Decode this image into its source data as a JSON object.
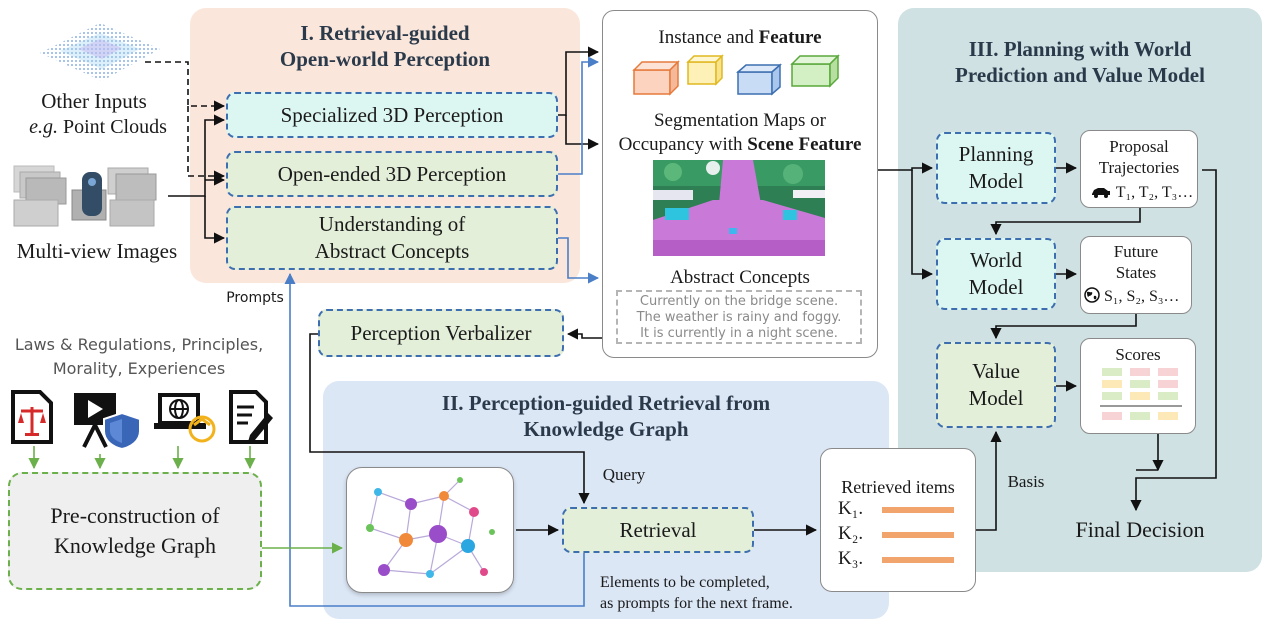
{
  "inputs": {
    "other_inputs": "Other Inputs",
    "eg": "e.g.",
    "point_clouds": "Point Clouds",
    "multi_view": "Multi-view Images",
    "prompts": "Prompts"
  },
  "section1": {
    "title_line1": "I. Retrieval-guided",
    "title_line2": "Open-world Perception",
    "specialized": "Specialized 3D Perception",
    "open_ended": "Open-ended 3D Perception",
    "understanding_line1": "Understanding of",
    "understanding_line2": "Abstract Concepts"
  },
  "perception_outputs": {
    "instance": "Instance and ",
    "feature": "Feature",
    "seg_line1": "Segmentation Maps or",
    "seg_line2": "Occupancy with ",
    "scene_feature": "Scene Feature",
    "abstract_concepts": "Abstract Concepts",
    "concept_lines": [
      "Currently on the bridge scene.",
      "The weather is rainy and foggy.",
      "It is currently in a night scene."
    ]
  },
  "verbalizer": "Perception Verbalizer",
  "knowledge": {
    "sources_line1": "Laws & Regulations, Principles,",
    "sources_line2": "Morality, Experiences",
    "preconstruct_line1": "Pre-construction of",
    "preconstruct_line2": "Knowledge Graph"
  },
  "section2": {
    "title_line1": "II. Perception-guided Retrieval from",
    "title_line2": "Knowledge Graph",
    "query": "Query",
    "retrieval": "Retrieval",
    "elements_line1": "Elements to be completed,",
    "elements_line2": "as prompts for the next frame.",
    "retrieved_items": "Retrieved items",
    "items": [
      "K₁.",
      "K₂.",
      "K₃."
    ],
    "basis": "Basis"
  },
  "section3": {
    "title_line1": "III. Planning with World",
    "title_line2": "Prediction and Value Model",
    "planning_line1": "Planning",
    "planning_line2": "Model",
    "world_line1": "World",
    "world_line2": "Model",
    "value_line1": "Value",
    "value_line2": "Model",
    "proposal_line1": "Proposal",
    "proposal_line2": "Trajectories",
    "trajectories": "T₁, T₂, T₃…",
    "future_line1": "Future",
    "future_line2": "States",
    "states": "S₁, S₂, S₃…",
    "scores": "Scores",
    "final_decision": "Final Decision"
  },
  "colors": {
    "panel1": "#fbe6dc",
    "panel2": "#dce7f6",
    "panel3": "#cfe1e3",
    "arrow_blue": "#4a7fc7",
    "arrow_green": "#6bb04a",
    "bar_orange": "#f2a46d"
  },
  "icons": [
    "point-cloud-icon",
    "camera-images-icon",
    "law-document-icon",
    "video-shield-icon",
    "globe-laptop-icon",
    "edit-document-icon",
    "car-icon",
    "globe-icon",
    "knowledge-graph-icon"
  ]
}
